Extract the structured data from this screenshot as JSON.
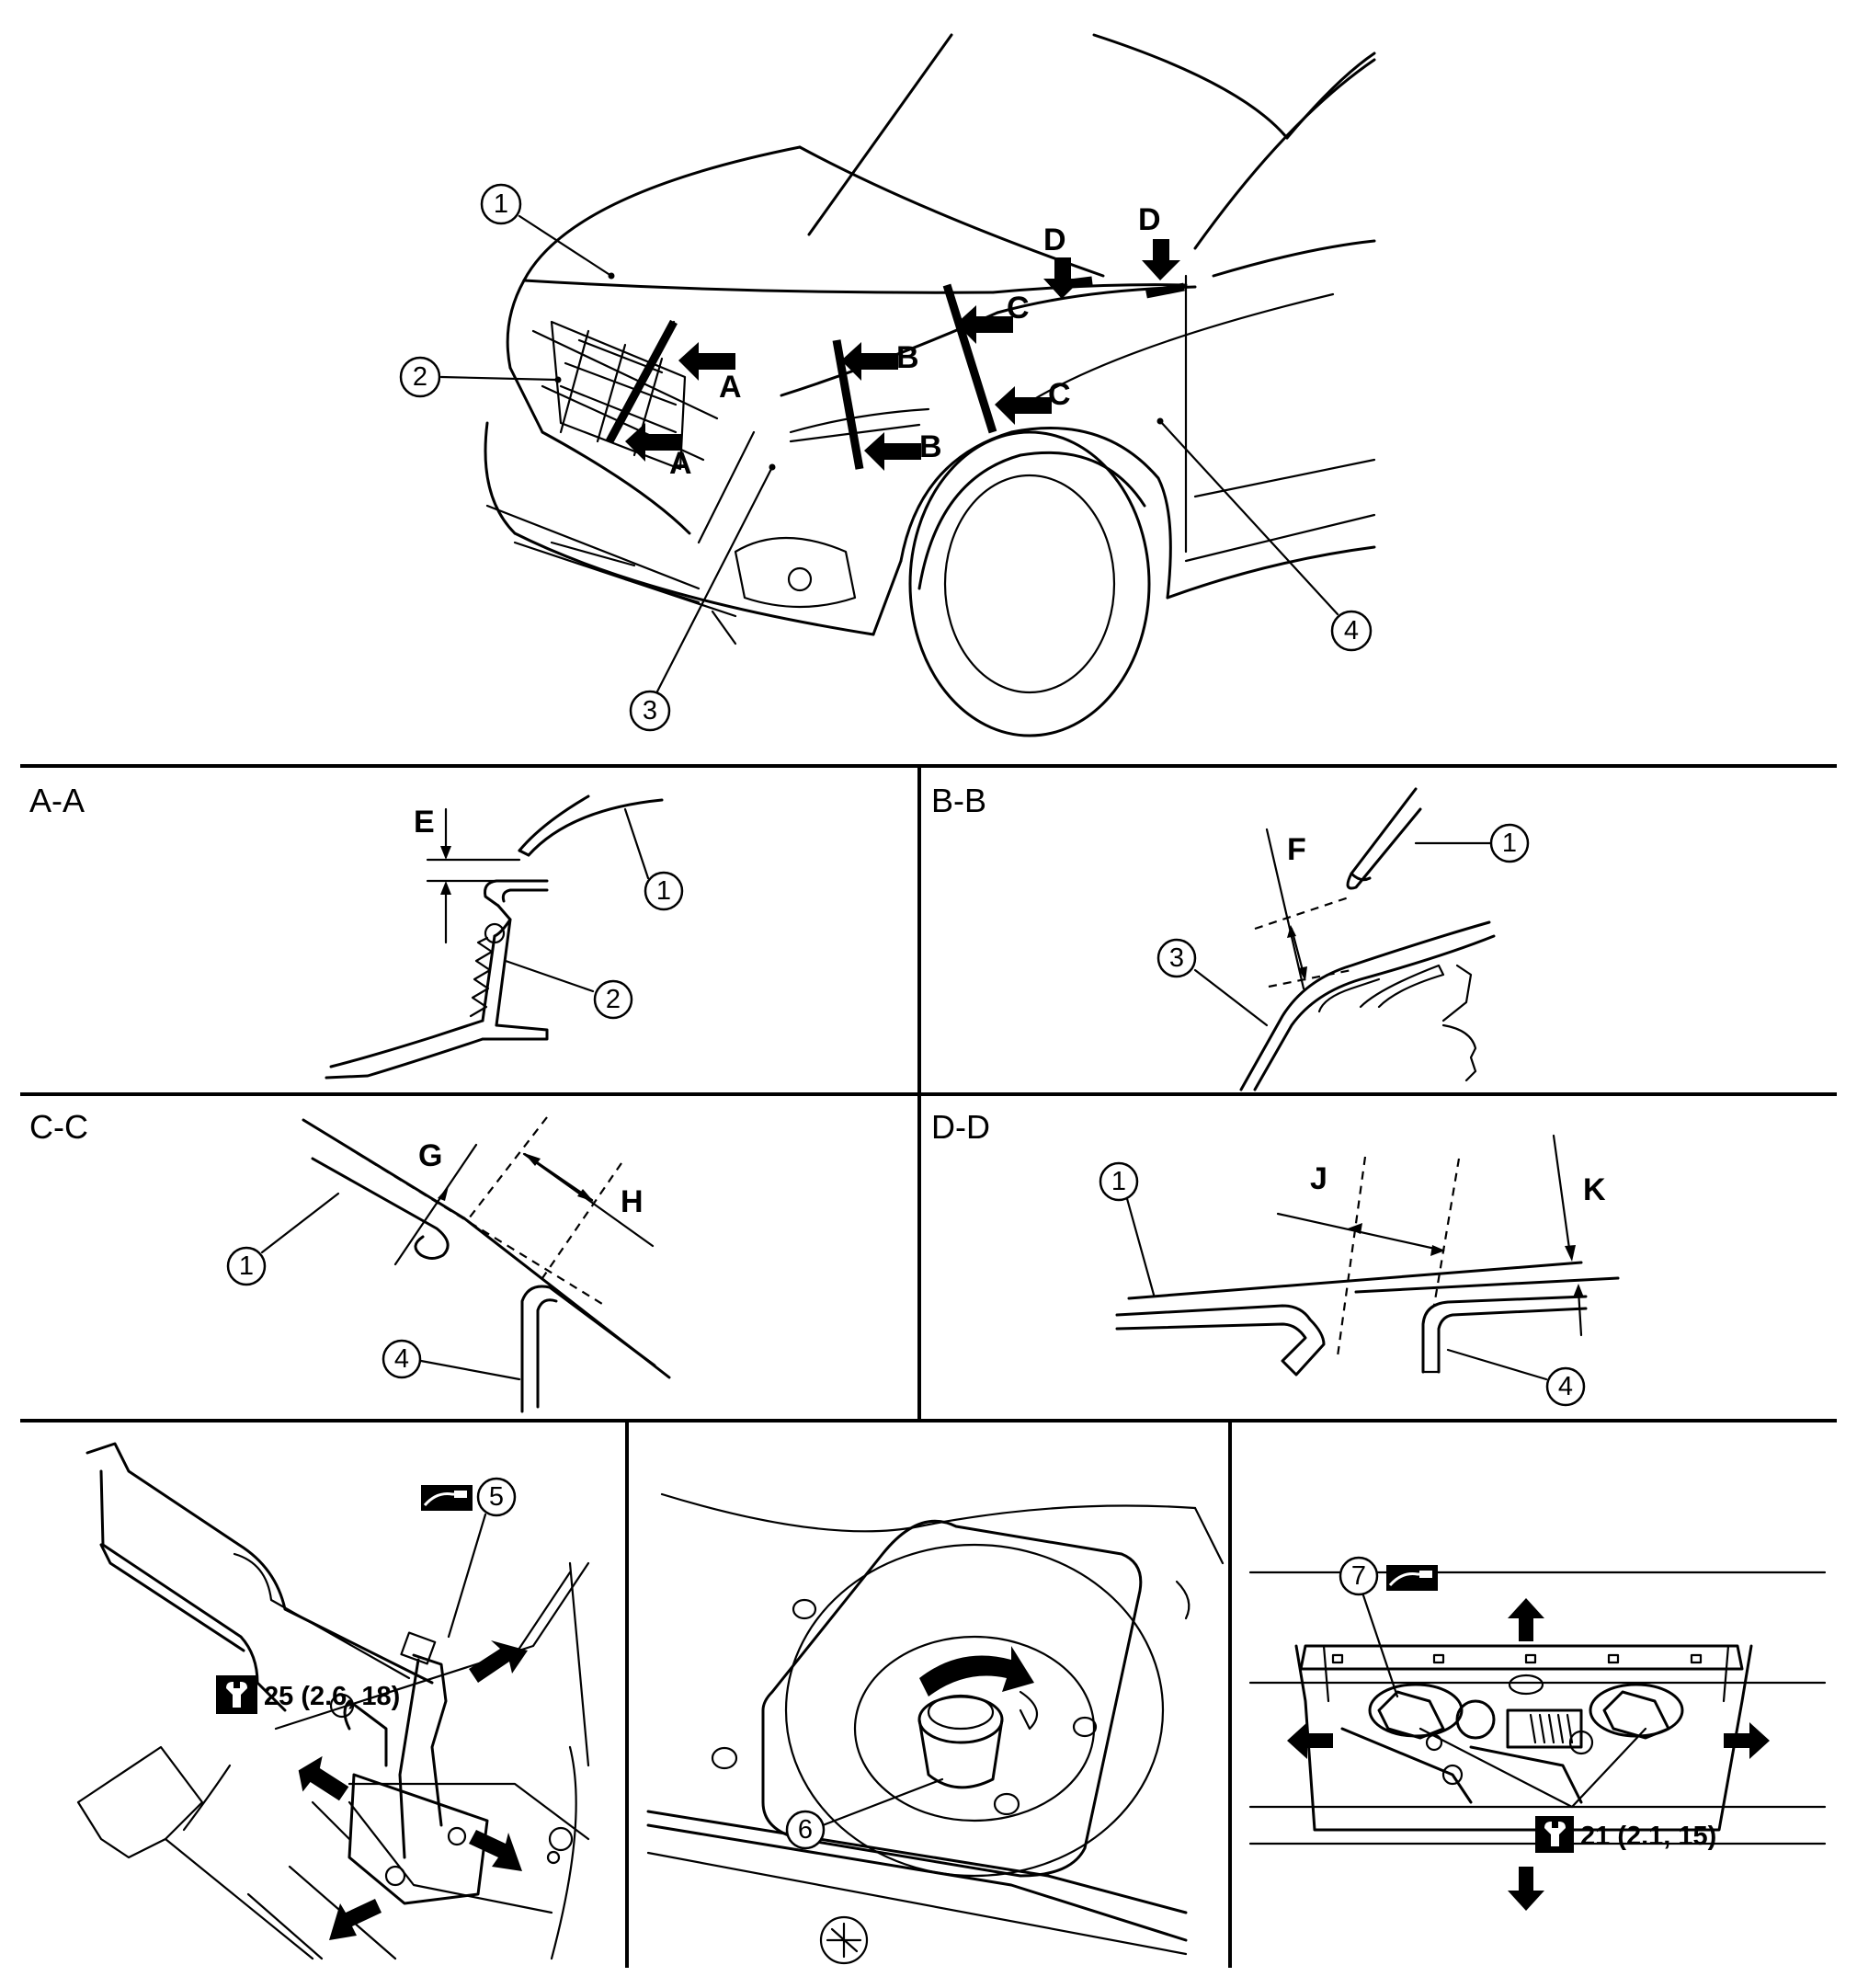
{
  "callouts": {
    "c1": "1",
    "c2": "2",
    "c3": "3",
    "c4": "4",
    "c5": "5",
    "c6": "6",
    "c7": "7"
  },
  "arrow_letters": {
    "a": "A",
    "b": "B",
    "c": "C",
    "d": "D"
  },
  "sections": {
    "aa": "A-A",
    "bb": "B-B",
    "cc": "C-C",
    "dd": "D-D"
  },
  "dimensions": {
    "e": "E",
    "f": "F",
    "g": "G",
    "h": "H",
    "j": "J",
    "k": "K"
  },
  "torque": {
    "hinge": "25 (2.6, 18)",
    "lock": "21 (2.1, 15)"
  },
  "icons": {
    "torque": "wrench-torque-icon",
    "grease": "grease-apply-icon"
  }
}
